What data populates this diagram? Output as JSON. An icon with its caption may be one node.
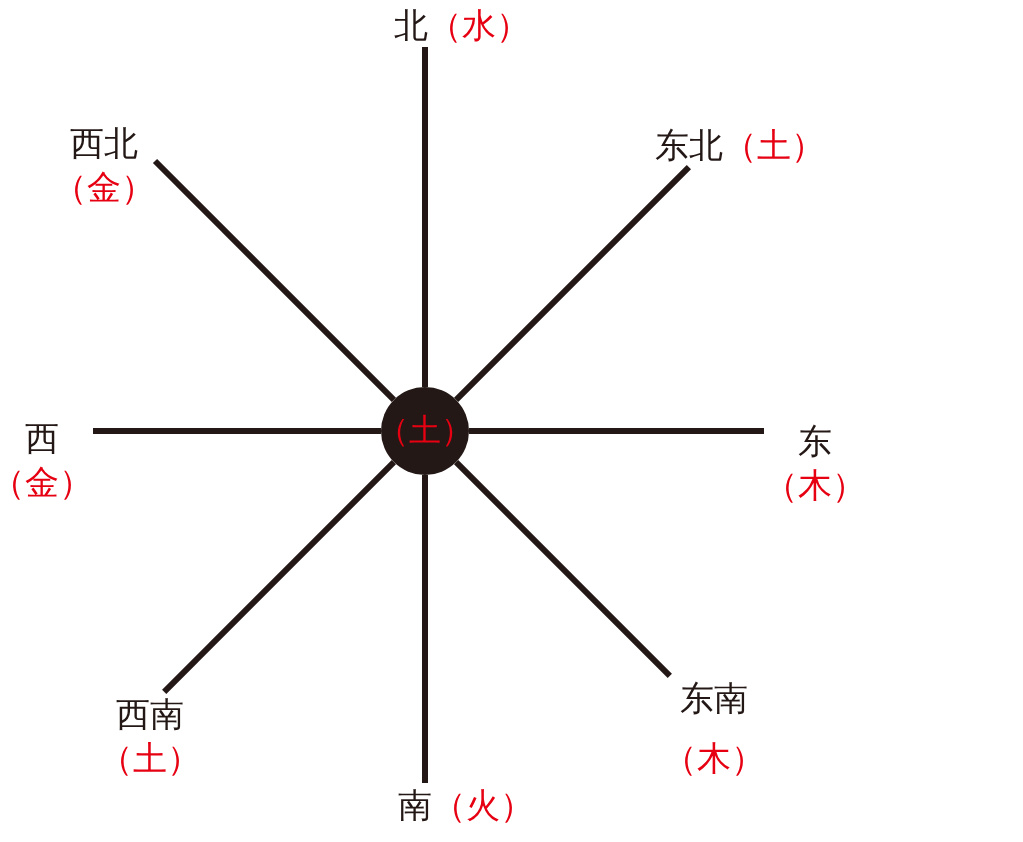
{
  "diagram": {
    "nodes": [
      {
        "text": [
          "北",
          "（水）"
        ]
      },
      {
        "text": [
          "西北",
          "（金）"
        ]
      },
      {
        "text": [
          "东北",
          "（土）"
        ]
      },
      {
        "text": [
          "西",
          "（金）"
        ]
      },
      {
        "text": [
          "（土）"
        ]
      },
      {
        "text": [
          "东",
          "（木）"
        ]
      },
      {
        "text": [
          "西南",
          "（土）"
        ]
      },
      {
        "text": [
          "东南",
          "（木）"
        ]
      },
      {
        "text": [
          "南",
          "（火）"
        ]
      }
    ],
    "edges": [
      {
        "from": 4,
        "to": 0,
        "arrow": "none"
      },
      {
        "from": 4,
        "to": 1,
        "arrow": "none"
      },
      {
        "from": 4,
        "to": 2,
        "arrow": "none"
      },
      {
        "from": 4,
        "to": 3,
        "arrow": "none"
      },
      {
        "from": 4,
        "to": 5,
        "arrow": "none"
      },
      {
        "from": 4,
        "to": 6,
        "arrow": "none"
      },
      {
        "from": 4,
        "to": 7,
        "arrow": "none"
      },
      {
        "from": 4,
        "to": 8,
        "arrow": "none"
      }
    ]
  }
}
